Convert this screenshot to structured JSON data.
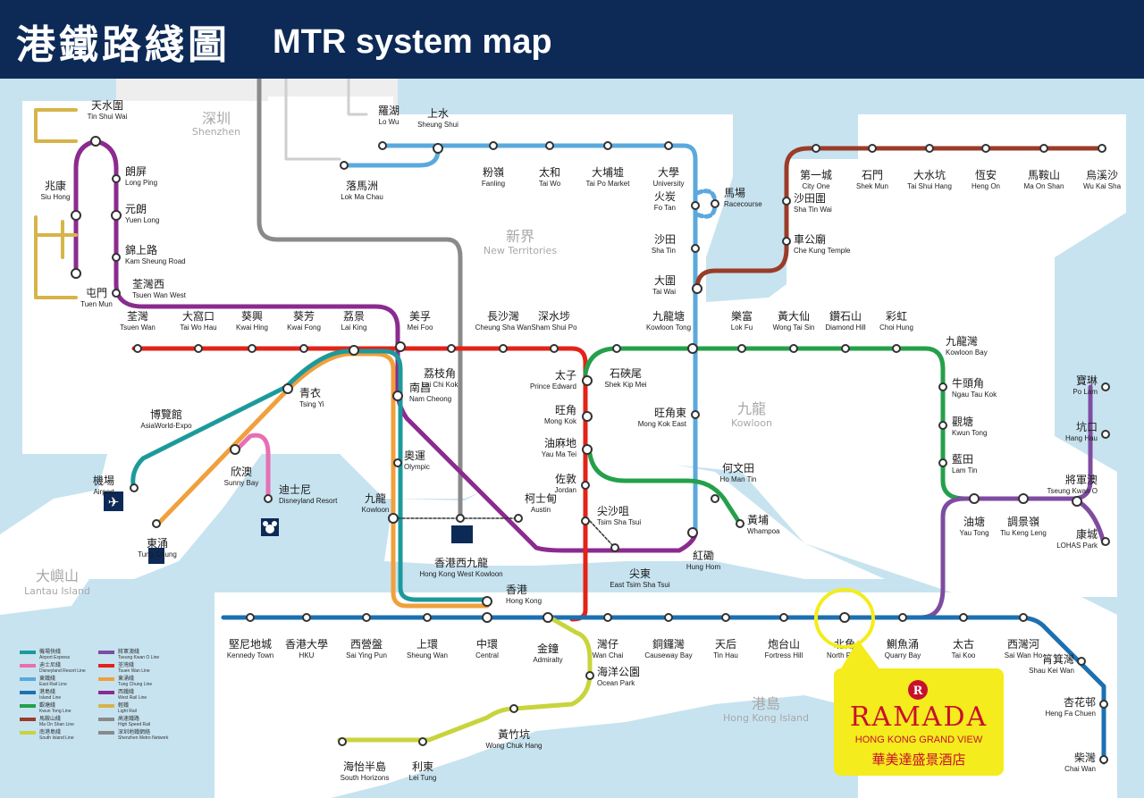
{
  "header": {
    "title_zh": "港鐵路綫圖",
    "title_en": "MTR system map"
  },
  "colors": {
    "east_rail": "#5aa9dd",
    "tsuen_wan": "#e2231a",
    "west_rail": "#8b2b8f",
    "tung_chung": "#f0a03c",
    "airport_express": "#1c9a9b",
    "disneyland": "#e76fb3",
    "island": "#1c70b0",
    "kwun_tong": "#25a04a",
    "tseung_kwan_o": "#7e4ca0",
    "tuen_ma": "#9a3c28",
    "south_island": "#c8d43c",
    "light_rail": "#d6b44a",
    "high_speed": "#8a8a8a",
    "brand": "#c8102e",
    "callout": "#f4ec1c"
  },
  "regions": [
    {
      "zh": "深圳",
      "en": "Shenzhen"
    },
    {
      "zh": "新界",
      "en": "New Territories"
    },
    {
      "zh": "九龍",
      "en": "Kowloon"
    },
    {
      "zh": "大嶼山",
      "en": "Lantau Island"
    },
    {
      "zh": "港島",
      "en": "Hong Kong Island"
    }
  ],
  "stations": {
    "lowu": {
      "zh": "羅湖",
      "en": "Lo Wu"
    },
    "sheungshui": {
      "zh": "上水",
      "en": "Sheung Shui"
    },
    "fanling": {
      "zh": "粉嶺",
      "en": "Fanling"
    },
    "taiwo": {
      "zh": "太和",
      "en": "Tai Wo"
    },
    "taipomarket": {
      "zh": "大埔墟",
      "en": "Tai Po Market"
    },
    "university": {
      "zh": "大學",
      "en": "University"
    },
    "lokmachau": {
      "zh": "落馬洲",
      "en": "Lok Ma Chau"
    },
    "fotan": {
      "zh": "火炭",
      "en": "Fo Tan"
    },
    "racecourse": {
      "zh": "馬場",
      "en": "Racecourse"
    },
    "shatin": {
      "zh": "沙田",
      "en": "Sha Tin"
    },
    "taiwai": {
      "zh": "大圍",
      "en": "Tai Wai"
    },
    "cityone": {
      "zh": "第一城",
      "en": "City One"
    },
    "shekmun": {
      "zh": "石門",
      "en": "Shek Mun"
    },
    "taishuihang": {
      "zh": "大水坑",
      "en": "Tai Shui Hang"
    },
    "hengon": {
      "zh": "恆安",
      "en": "Heng On"
    },
    "maonshan": {
      "zh": "馬鞍山",
      "en": "Ma On Shan"
    },
    "wukaisha": {
      "zh": "烏溪沙",
      "en": "Wu Kai Sha"
    },
    "shatinwai": {
      "zh": "沙田圍",
      "en": "Sha Tin Wai"
    },
    "chekungtemple": {
      "zh": "車公廟",
      "en": "Che Kung Temple"
    },
    "tinshuiwai": {
      "zh": "天水圍",
      "en": "Tin Shui Wai"
    },
    "longping": {
      "zh": "朗屏",
      "en": "Long Ping"
    },
    "siuhong": {
      "zh": "兆康",
      "en": "Siu Hong"
    },
    "yuenlong": {
      "zh": "元朗",
      "en": "Yuen Long"
    },
    "kamsheungroad": {
      "zh": "錦上路",
      "en": "Kam Sheung Road"
    },
    "tuenmun": {
      "zh": "屯門",
      "en": "Tuen Mun"
    },
    "tsuenwanwest": {
      "zh": "荃灣西",
      "en": "Tsuen Wan West"
    },
    "tsuenwan": {
      "zh": "荃灣",
      "en": "Tsuen Wan"
    },
    "taiwohau": {
      "zh": "大窩口",
      "en": "Tai Wo Hau"
    },
    "kwaihing": {
      "zh": "葵興",
      "en": "Kwai Hing"
    },
    "kwaifong": {
      "zh": "葵芳",
      "en": "Kwai Fong"
    },
    "laiking": {
      "zh": "荔景",
      "en": "Lai King"
    },
    "meifoo": {
      "zh": "美孚",
      "en": "Mei Foo"
    },
    "cheungshawan": {
      "zh": "長沙灣",
      "en": "Cheung Sha Wan"
    },
    "shamshuipo": {
      "zh": "深水埗",
      "en": "Sham Shui Po"
    },
    "kowloontong": {
      "zh": "九龍塘",
      "en": "Kowloon Tong"
    },
    "lokfu": {
      "zh": "樂富",
      "en": "Lok Fu"
    },
    "wongtaisin": {
      "zh": "黃大仙",
      "en": "Wong Tai Sin"
    },
    "diamondhill": {
      "zh": "鑽石山",
      "en": "Diamond Hill"
    },
    "choihung": {
      "zh": "彩虹",
      "en": "Choi Hung"
    },
    "kowloonbay": {
      "zh": "九龍灣",
      "en": "Kowloon Bay"
    },
    "laichikok": {
      "zh": "荔枝角",
      "en": "Lai Chi Kok"
    },
    "shekkipmei": {
      "zh": "石硤尾",
      "en": "Shek Kip Mei"
    },
    "princeedward": {
      "zh": "太子",
      "en": "Prince Edward"
    },
    "mongkok": {
      "zh": "旺角",
      "en": "Mong Kok"
    },
    "mongkokeast": {
      "zh": "旺角東",
      "en": "Mong Kok East"
    },
    "yaumatei": {
      "zh": "油麻地",
      "en": "Yau Ma Tei"
    },
    "jordan": {
      "zh": "佐敦",
      "en": "Jordan"
    },
    "tsimshatsui": {
      "zh": "尖沙咀",
      "en": "Tsim Sha Tsui"
    },
    "eastsimshatsui": {
      "zh": "尖東",
      "en": "East Tsim Sha Tsui"
    },
    "austin": {
      "zh": "柯士甸",
      "en": "Austin"
    },
    "namcheong": {
      "zh": "南昌",
      "en": "Nam Cheong"
    },
    "olympic": {
      "zh": "奧運",
      "en": "Olympic"
    },
    "kowloon": {
      "zh": "九龍",
      "en": "Kowloon"
    },
    "hkwk": {
      "zh": "香港西九龍",
      "en": "Hong Kong West Kowloon"
    },
    "homantin": {
      "zh": "何文田",
      "en": "Ho Man Tin"
    },
    "whampoa": {
      "zh": "黃埔",
      "en": "Whampoa"
    },
    "hunghom": {
      "zh": "紅磡",
      "en": "Hung Hom"
    },
    "ngautaukok": {
      "zh": "牛頭角",
      "en": "Ngau Tau Kok"
    },
    "kwuntong": {
      "zh": "觀塘",
      "en": "Kwun Tong"
    },
    "lamtin": {
      "zh": "藍田",
      "en": "Lam Tin"
    },
    "yautong": {
      "zh": "油塘",
      "en": "Yau Tong"
    },
    "tiukengleng": {
      "zh": "調景嶺",
      "en": "Tiu Keng Leng"
    },
    "tseungkwano": {
      "zh": "將軍澳",
      "en": "Tseung Kwan O"
    },
    "polam": {
      "zh": "寶琳",
      "en": "Po Lam"
    },
    "hanghau": {
      "zh": "坑口",
      "en": "Hang Hau"
    },
    "lohaspark": {
      "zh": "康城",
      "en": "LOHAS Park"
    },
    "tsingyi": {
      "zh": "青衣",
      "en": "Tsing Yi"
    },
    "asiaworldexpo": {
      "zh": "博覽館",
      "en": "AsiaWorld-Expo"
    },
    "airport": {
      "zh": "機場",
      "en": "Airport"
    },
    "sunnybay": {
      "zh": "欣澳",
      "en": "Sunny Bay"
    },
    "disneyland": {
      "zh": "迪士尼",
      "en": "Disneyland Resort"
    },
    "tungchung": {
      "zh": "東涌",
      "en": "Tung Chung"
    },
    "hongkong": {
      "zh": "香港",
      "en": "Hong Kong"
    },
    "kennedytown": {
      "zh": "堅尼地城",
      "en": "Kennedy Town"
    },
    "hku": {
      "zh": "香港大學",
      "en": "HKU"
    },
    "saiyingpun": {
      "zh": "西營盤",
      "en": "Sai Ying Pun"
    },
    "sheungwan": {
      "zh": "上環",
      "en": "Sheung Wan"
    },
    "central": {
      "zh": "中環",
      "en": "Central"
    },
    "admiralty": {
      "zh": "金鐘",
      "en": "Admiralty"
    },
    "wanchai": {
      "zh": "灣仔",
      "en": "Wan Chai"
    },
    "causewaybay": {
      "zh": "銅鑼灣",
      "en": "Causeway Bay"
    },
    "tinhau": {
      "zh": "天后",
      "en": "Tin Hau"
    },
    "fortresshill": {
      "zh": "炮台山",
      "en": "Fortress Hill"
    },
    "northpoint": {
      "zh": "北角",
      "en": "North Point"
    },
    "quarrybay": {
      "zh": "鰂魚涌",
      "en": "Quarry Bay"
    },
    "taikoo": {
      "zh": "太古",
      "en": "Tai Koo"
    },
    "saiwanho": {
      "zh": "西灣河",
      "en": "Sai Wan Ho"
    },
    "shaukeiwan": {
      "zh": "筲箕灣",
      "en": "Shau Kei Wan"
    },
    "hengfachuen": {
      "zh": "杏花邨",
      "en": "Heng Fa Chuen"
    },
    "chaiwan": {
      "zh": "柴灣",
      "en": "Chai Wan"
    },
    "oceanpark": {
      "zh": "海洋公園",
      "en": "Ocean Park"
    },
    "wongchukhang": {
      "zh": "黃竹坑",
      "en": "Wong Chuk Hang"
    },
    "leitung": {
      "zh": "利東",
      "en": "Lei Tung"
    },
    "southhorizons": {
      "zh": "海怡半島",
      "en": "South Horizons"
    }
  },
  "legend": [
    {
      "zh": "機場快綫",
      "en": "Airport Express"
    },
    {
      "zh": "迪士尼綫",
      "en": "Disneyland Resort Line"
    },
    {
      "zh": "東鐵綫",
      "en": "East Rail Line"
    },
    {
      "zh": "港島綫",
      "en": "Island Line"
    },
    {
      "zh": "觀塘綫",
      "en": "Kwun Tong Line"
    },
    {
      "zh": "馬鞍山綫",
      "en": "Ma On Shan Line"
    },
    {
      "zh": "南港島綫",
      "en": "South Island Line"
    },
    {
      "zh": "將軍澳綫",
      "en": "Tseung Kwan O Line"
    },
    {
      "zh": "荃灣綫",
      "en": "Tsuen Wan Line"
    },
    {
      "zh": "東涌綫",
      "en": "Tung Chung Line"
    },
    {
      "zh": "西鐵綫",
      "en": "West Rail Line"
    },
    {
      "zh": "輕鐵",
      "en": "Light Rail"
    },
    {
      "zh": "高速鐵路",
      "en": "High Speed Rail"
    },
    {
      "zh": "深圳地鐵網絡",
      "en": "Shenzhen Metro Network"
    }
  ],
  "hotel": {
    "brand": "RAMADA",
    "subtitle": "HONG KONG GRAND VIEW",
    "name_zh": "華美達盛景酒店"
  }
}
